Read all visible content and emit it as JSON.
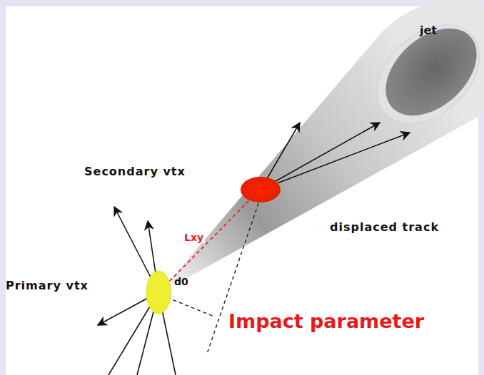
{
  "diagram": {
    "labels": [
      "jet",
      "Secondary vtx",
      "displaced track",
      "Primary vtx",
      "Lxy",
      "d0",
      "Impact parameter"
    ]
  }
}
